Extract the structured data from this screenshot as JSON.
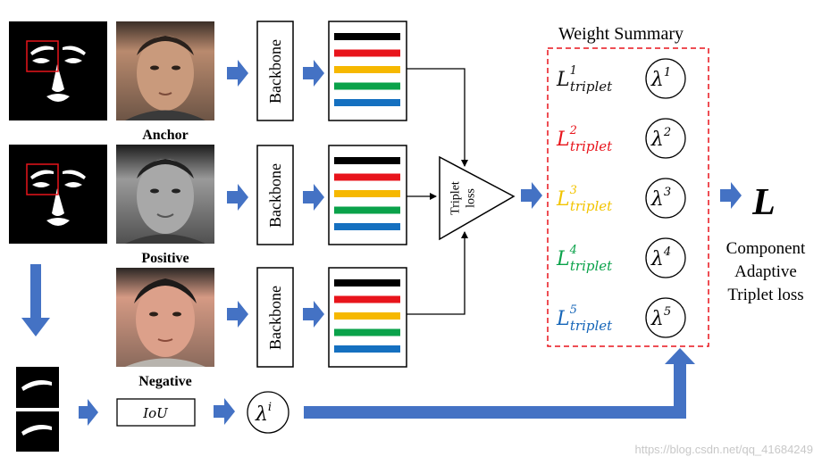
{
  "labels": {
    "anchor": "Anchor",
    "positive": "Positive",
    "negative": "Negative",
    "backbone": "Backbone",
    "triplet_line1": "Triplet",
    "triplet_line2": "loss",
    "iou": "IoU",
    "weight_summary": "Weight Summary",
    "loss_symbol": "L",
    "output_line1": "Component",
    "output_line2": "Adaptive",
    "output_line3": "Triplet loss",
    "lambda_i_base": "λ",
    "lambda_i_sup": "i",
    "watermark": "https://blog.csdn.net/qq_41684249"
  },
  "summary_rows": [
    {
      "base": "L",
      "sup": "1",
      "sub": "triplet",
      "color": "#111111",
      "lambda": "λ",
      "lambda_sup": "1"
    },
    {
      "base": "L",
      "sup": "2",
      "sub": "triplet",
      "color": "#e8141b",
      "lambda": "λ",
      "lambda_sup": "2"
    },
    {
      "base": "L",
      "sup": "3",
      "sub": "triplet",
      "color": "#f2c400",
      "lambda": "λ",
      "lambda_sup": "3"
    },
    {
      "base": "L",
      "sup": "4",
      "sub": "triplet",
      "color": "#0aa24a",
      "lambda": "λ",
      "lambda_sup": "4"
    },
    {
      "base": "L",
      "sup": "5",
      "sub": "triplet",
      "color": "#1565b8",
      "lambda": "λ",
      "lambda_sup": "5"
    }
  ],
  "stripe_colors": [
    "#000000",
    "#e8141b",
    "#f6b800",
    "#0aa24a",
    "#1570c0"
  ],
  "colors": {
    "arrow_blue": "#4472c4",
    "dashed_red": "#e8141b",
    "highlight_red": "#e8141b"
  }
}
